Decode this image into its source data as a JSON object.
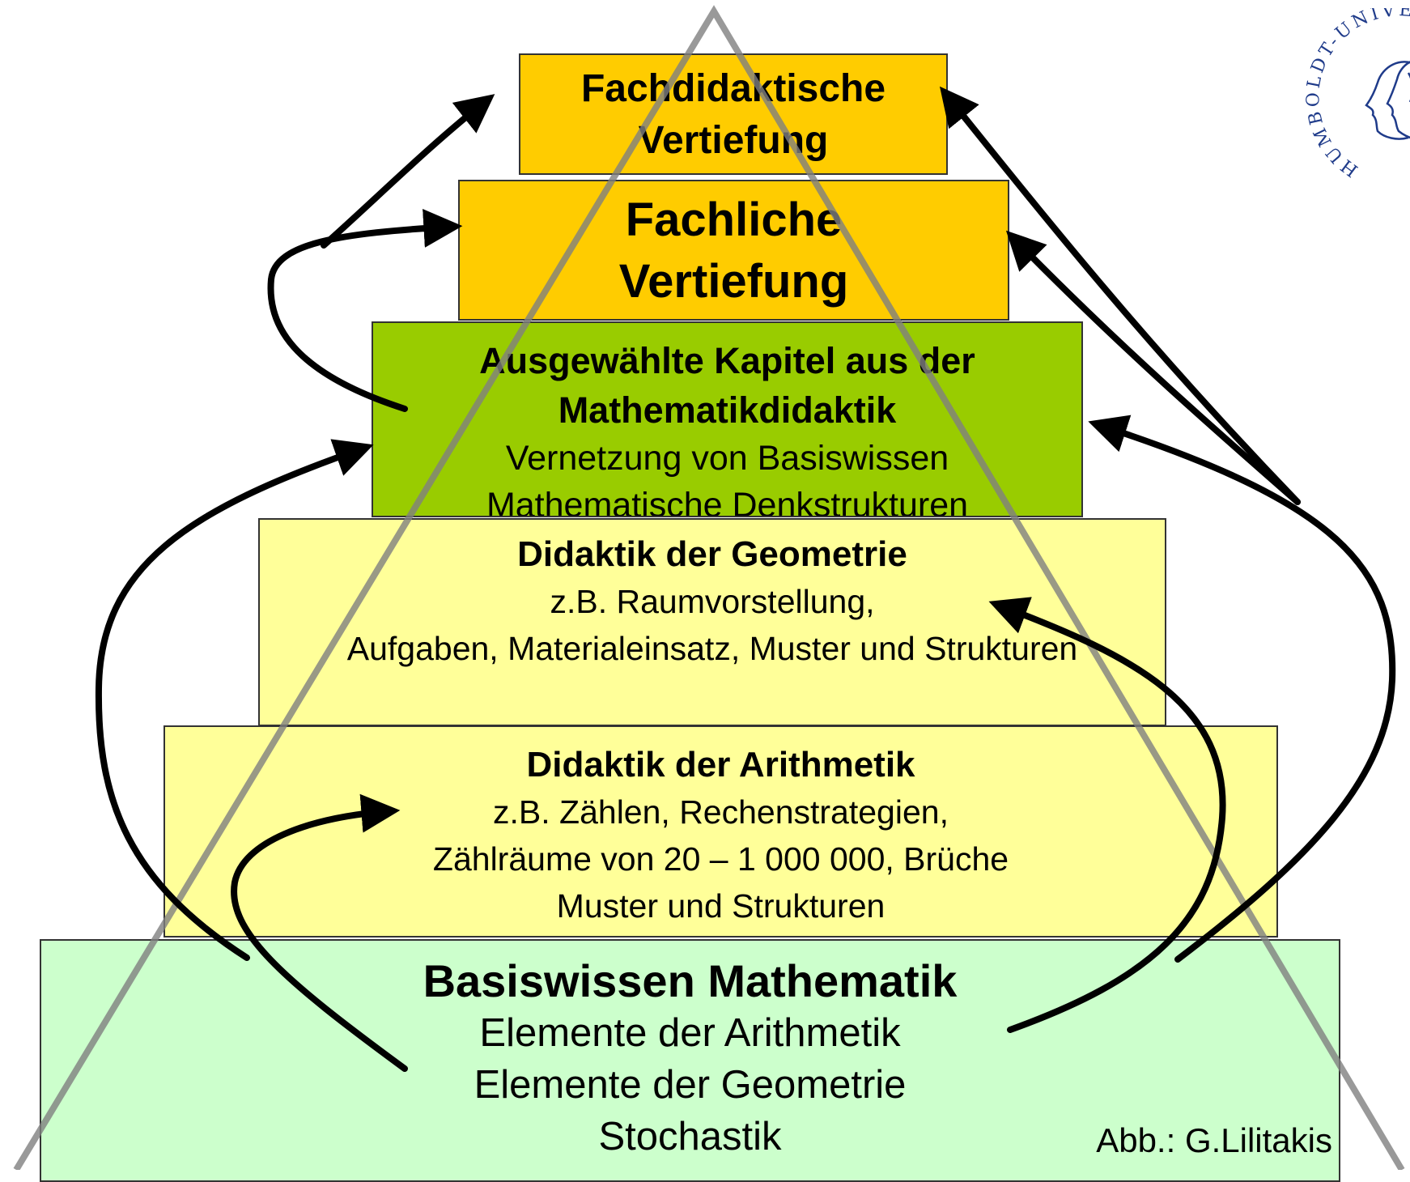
{
  "colors": {
    "top_box": "#FFCC00",
    "mid_box": "#99CC00",
    "light_box": "#FFFF99",
    "base_box": "#CCFFCC",
    "triangle": "#999999",
    "arrow": "#000000",
    "seal": "#1F3B8A"
  },
  "boxes": {
    "fachdidaktisch": {
      "lines": [
        "Fachdidaktische",
        "Vertiefung"
      ]
    },
    "fachlich": {
      "lines": [
        "Fachliche",
        "Vertiefung"
      ]
    },
    "ausgewaehlt": {
      "title_lines": [
        "Ausgewählte Kapitel aus der",
        "Mathematikdidaktik"
      ],
      "sub_lines": [
        "Vernetzung von Basiswissen",
        "Mathematische Denkstrukturen"
      ]
    },
    "geometrie": {
      "title": "Didaktik der Geometrie",
      "sub_lines": [
        "z.B. Raumvorstellung,",
        "Aufgaben, Materialeinsatz, Muster und Strukturen"
      ]
    },
    "arithmetik": {
      "title": "Didaktik der Arithmetik",
      "sub_lines": [
        "z.B. Zählen, Rechenstrategien,",
        "Zählräume von 20 – 1 000 000, Brüche",
        "Muster und Strukturen"
      ]
    },
    "basis": {
      "title": "Basiswissen Mathematik",
      "sub_lines": [
        "Elemente der Arithmetik",
        "Elemente der Geometrie",
        "Stochastik"
      ]
    }
  },
  "credit": "Abb.: G.Lilitakis",
  "seal": {
    "text": "HUMBOLDT-UNIVERSITÄT ZU BERLIN",
    "icon": "university-seal-icon"
  }
}
